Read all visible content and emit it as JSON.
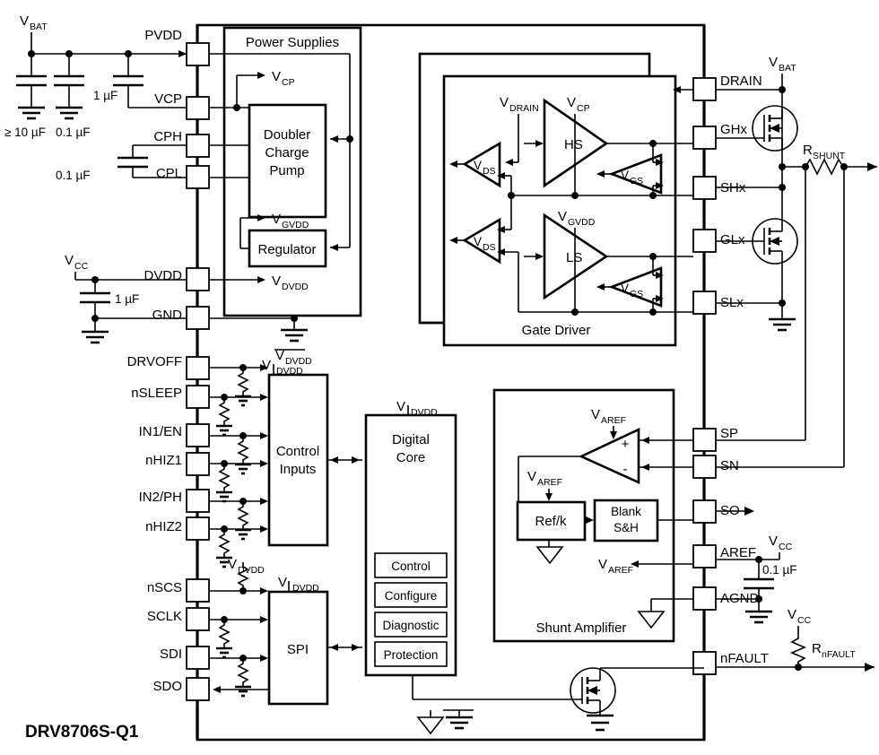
{
  "diagram": {
    "part_label": "DRV8706S-Q1",
    "blocks": {
      "power_supplies": "Power Supplies",
      "charge_pump_l1": "Doubler",
      "charge_pump_l2": "Charge",
      "charge_pump_l3": "Pump",
      "regulator": "Regulator",
      "gate_driver": "Gate Driver",
      "control_inputs_l1": "Control",
      "control_inputs_l2": "Inputs",
      "digital_core_l1": "Digital",
      "digital_core_l2": "Core",
      "spi": "SPI",
      "shunt_amplifier": "Shunt Amplifier",
      "refk": "Ref/k",
      "blank_l1": "Blank",
      "blank_l2": "S&H",
      "hs": "HS",
      "ls": "LS"
    },
    "digital_core_items": [
      "Control",
      "Configure",
      "Diagnostic",
      "Protection"
    ],
    "left_pins": [
      {
        "name": "PVDD"
      },
      {
        "name": "VCP"
      },
      {
        "name": "CPH"
      },
      {
        "name": "CPL"
      },
      {
        "name": "DVDD"
      },
      {
        "name": "GND"
      },
      {
        "name": "DRVOFF"
      },
      {
        "name": "nSLEEP"
      },
      {
        "name": "IN1/EN"
      },
      {
        "name": "nHIZ1"
      },
      {
        "name": "IN2/PH"
      },
      {
        "name": "nHIZ2"
      },
      {
        "name": "nSCS"
      },
      {
        "name": "SCLK"
      },
      {
        "name": "SDI"
      },
      {
        "name": "SDO"
      }
    ],
    "right_pins": [
      {
        "name": "DRAIN"
      },
      {
        "name": "GHx"
      },
      {
        "name": "SHx"
      },
      {
        "name": "GLx"
      },
      {
        "name": "SLx"
      },
      {
        "name": "SP"
      },
      {
        "name": "SN"
      },
      {
        "name": "SO"
      },
      {
        "name": "AREF"
      },
      {
        "name": "AGND"
      },
      {
        "name": "nFAULT"
      }
    ],
    "supply_labels": {
      "vbat_left": "V",
      "vbat_left_sub": "BAT",
      "vbat_right": "V",
      "vbat_right_sub": "BAT",
      "vcc1": "V",
      "vcc1_sub": "CC",
      "vcc2": "V",
      "vcc2_sub": "CC",
      "vcc3": "V",
      "vcc3_sub": "CC"
    },
    "components": {
      "cap_bulk": "≥ 10 µF",
      "cap_bypass": "0.1 µF",
      "cap_vcp": "1 µF",
      "cap_cp": "0.1 µF",
      "cap_dvdd": "1 µF",
      "cap_aref": "0.1 µF",
      "r_shunt": "R",
      "r_shunt_sub": "SHUNT",
      "r_nfault": "R",
      "r_nfault_sub": "nFAULT"
    },
    "net_labels": {
      "vcp": "V",
      "vcp_sub": "CP",
      "vgvdd": "V",
      "vgvdd_sub": "GVDD",
      "vdvdd": "V",
      "vdvdd_sub": "DVDD",
      "vdrain": "V",
      "vdrain_sub": "DRAIN",
      "vds": "V",
      "vds_sub": "DS",
      "vgs": "V",
      "vgs_sub": "GS",
      "varef": "V",
      "varef_sub": "AREF",
      "plus": "+",
      "minus": "-"
    }
  }
}
